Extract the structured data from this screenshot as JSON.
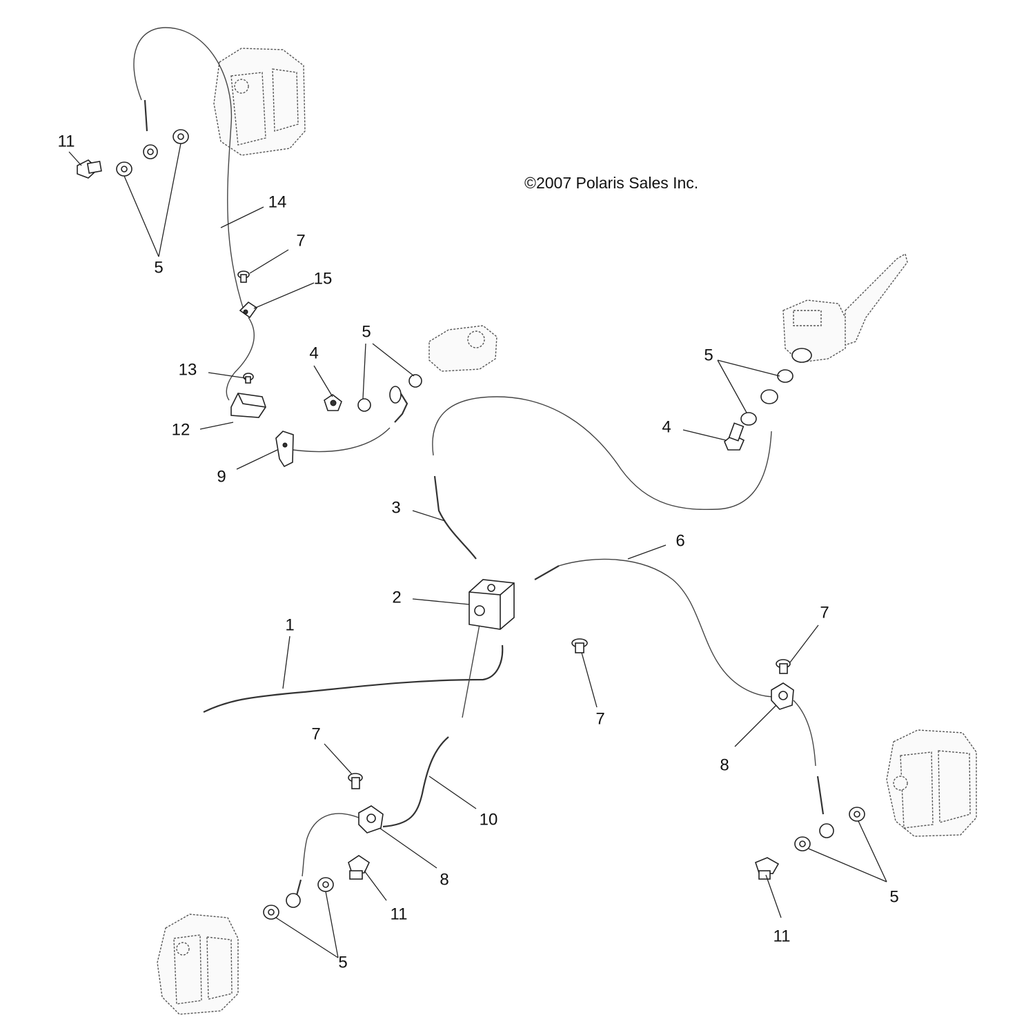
{
  "copyright": "©2007 Polaris Sales Inc.",
  "callouts": {
    "c1": "1",
    "c2": "2",
    "c3": "3",
    "c4a": "4",
    "c4b": "4",
    "c5a": "5",
    "c5b": "5",
    "c5c": "5",
    "c5d": "5",
    "c5e": "5",
    "c6": "6",
    "c7a": "7",
    "c7b": "7",
    "c7c": "7",
    "c7d": "7",
    "c8a": "8",
    "c8b": "8",
    "c9": "9",
    "c10": "10",
    "c11a": "11",
    "c11b": "11",
    "c11c": "11",
    "c12": "12",
    "c13": "13",
    "c14": "14",
    "c15": "15"
  }
}
